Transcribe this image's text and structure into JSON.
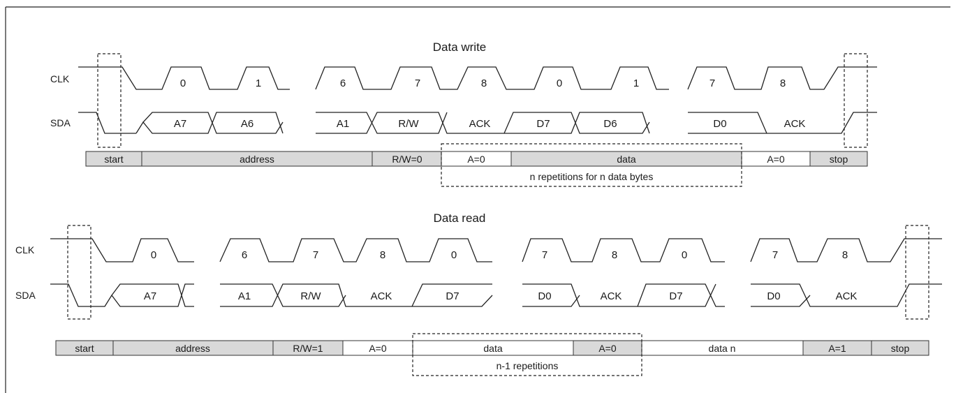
{
  "colors": {
    "shaded": "#d9d9d9",
    "plain": "#ffffff",
    "line": "#222222"
  },
  "write": {
    "title": "Data write",
    "clk_label": "CLK",
    "sda_label": "SDA",
    "clk_numbers": [
      "0",
      "1",
      "6",
      "7",
      "8",
      "0",
      "1",
      "7",
      "8"
    ],
    "sda_labels": [
      "A7",
      "A6",
      "A1",
      "R/W",
      "ACK",
      "D7",
      "D6",
      "D0",
      "ACK"
    ],
    "bar": [
      {
        "label": "start",
        "shaded": true
      },
      {
        "label": "address",
        "shaded": true
      },
      {
        "label": "R/W=0",
        "shaded": true
      },
      {
        "label": "A=0",
        "shaded": false
      },
      {
        "label": "data",
        "shaded": true
      },
      {
        "label": "A=0",
        "shaded": false
      },
      {
        "label": "stop",
        "shaded": true
      }
    ],
    "repeat_note": "n repetitions for n data bytes"
  },
  "read": {
    "title": "Data read",
    "clk_label": "CLK",
    "sda_label": "SDA",
    "clk_numbers": [
      "0",
      "6",
      "7",
      "8",
      "0",
      "7",
      "8",
      "0",
      "7",
      "8"
    ],
    "sda_labels": [
      "A7",
      "A1",
      "R/W",
      "ACK",
      "D7",
      "D0",
      "ACK",
      "D7",
      "D0",
      "ACK"
    ],
    "bar": [
      {
        "label": "start",
        "shaded": true
      },
      {
        "label": "address",
        "shaded": true
      },
      {
        "label": "R/W=1",
        "shaded": true
      },
      {
        "label": "A=0",
        "shaded": false
      },
      {
        "label": "data",
        "shaded": false
      },
      {
        "label": "A=0",
        "shaded": true
      },
      {
        "label": "data n",
        "shaded": false
      },
      {
        "label": "A=1",
        "shaded": true
      },
      {
        "label": "stop",
        "shaded": true
      }
    ],
    "repeat_note": "n-1 repetitions"
  }
}
